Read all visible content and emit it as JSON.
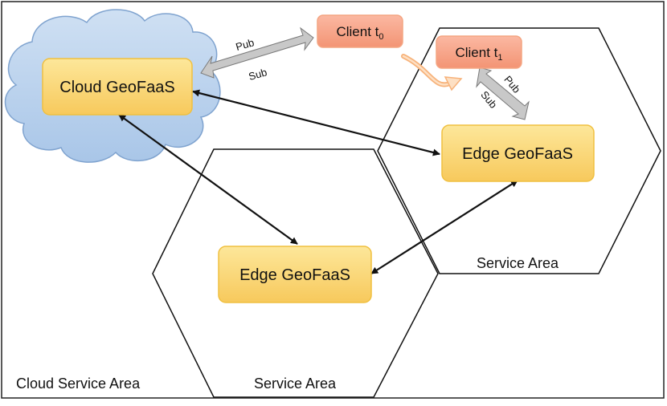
{
  "areas": {
    "cloud_service_area": "Cloud Service Area",
    "service_area_left": "Service Area",
    "service_area_right": "Service Area"
  },
  "nodes": {
    "cloud": "Cloud GeoFaaS",
    "edge_right": "Edge GeoFaaS",
    "edge_left": "Edge GeoFaaS"
  },
  "clients": {
    "t0": {
      "label": "Client t",
      "subscript": "0"
    },
    "t1": {
      "label": "Client t",
      "subscript": "1"
    }
  },
  "links": {
    "pub": "Pub",
    "sub": "Sub",
    "pub2": "Pub",
    "sub2": "Sub"
  },
  "colors": {
    "node_fill_top": "#fde79a",
    "node_fill_bottom": "#f7c95c",
    "node_stroke": "#f0c040",
    "client_fill_top": "#fbb8a2",
    "client_fill_bottom": "#f39474",
    "client_stroke": "#f4a582",
    "cloud_fill": "#bcd4ee",
    "cloud_stroke": "#7fa3cf",
    "move_arrow": "#f7b27a"
  }
}
